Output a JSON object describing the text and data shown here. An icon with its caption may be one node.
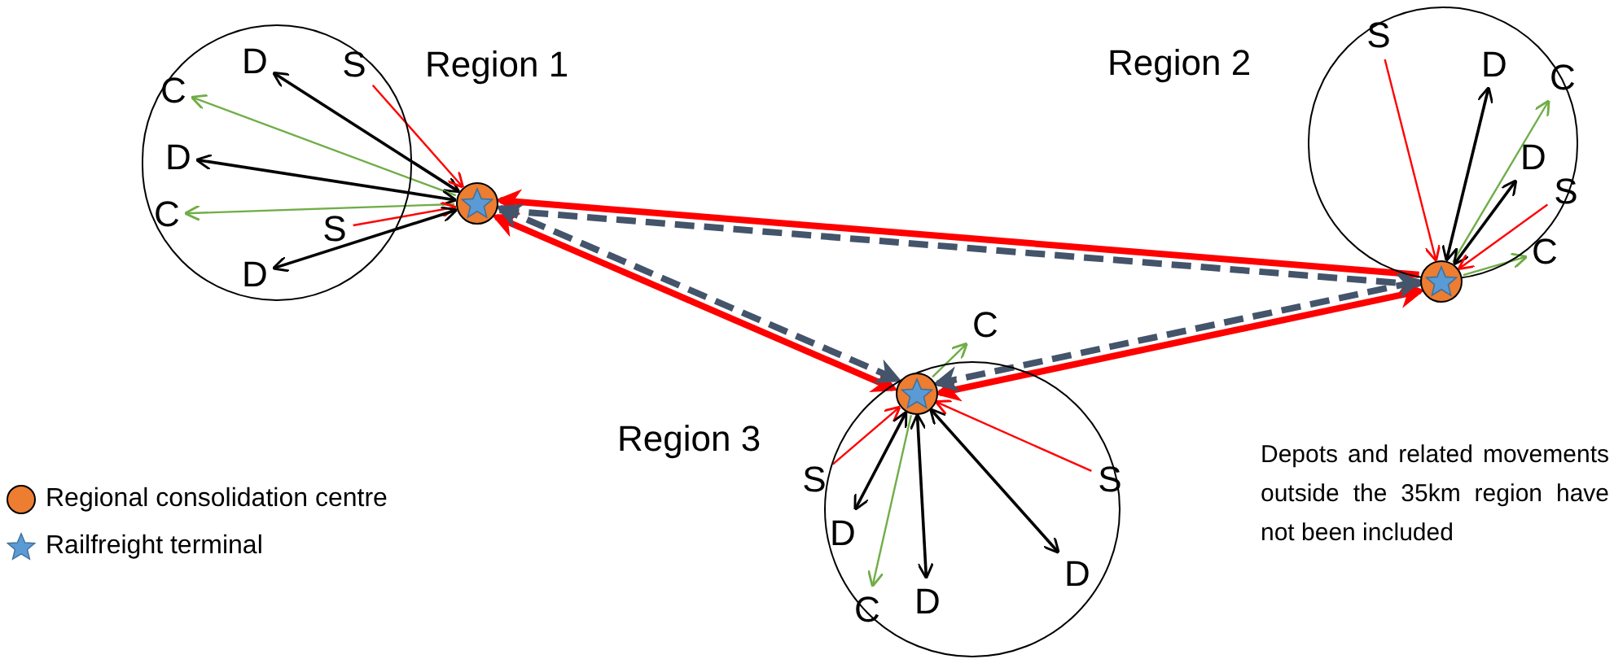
{
  "diagram": {
    "nodes": [
      {
        "text": [
          "Region 1"
        ]
      },
      {
        "text": [
          "D"
        ],
        "in": 0
      },
      {
        "text": [
          "S"
        ],
        "in": 0
      },
      {
        "text": [
          "C"
        ],
        "in": 0
      },
      {
        "text": [
          "D"
        ],
        "in": 0
      },
      {
        "text": [
          "C"
        ],
        "in": 0
      },
      {
        "text": [
          "S"
        ],
        "in": 0
      },
      {
        "text": [
          "D"
        ],
        "in": 0
      },
      {
        "text": [],
        "shape": "circle"
      },
      {
        "text": [
          "Region 2"
        ]
      },
      {
        "text": [
          "S"
        ],
        "in": 9
      },
      {
        "text": [
          "D"
        ],
        "in": 9
      },
      {
        "text": [
          "C"
        ],
        "in": 9
      },
      {
        "text": [
          "D"
        ],
        "in": 9
      },
      {
        "text": [
          "S"
        ],
        "in": 9
      },
      {
        "text": [
          "C"
        ],
        "in": 9
      },
      {
        "text": [],
        "shape": "circle"
      },
      {
        "text": [
          "C"
        ]
      },
      {
        "text": [
          "Region 3"
        ]
      },
      {
        "text": [],
        "shape": "circle",
        "in": 18
      },
      {
        "text": [
          "S"
        ]
      },
      {
        "text": [
          "S"
        ],
        "in": 18
      },
      {
        "text": [
          "D"
        ],
        "in": 18
      },
      {
        "text": [
          "D"
        ],
        "in": 18
      },
      {
        "text": [
          "D"
        ],
        "in": 18
      },
      {
        "text": [
          "C"
        ],
        "in": 18
      }
    ],
    "edges": [
      {
        "from": 8,
        "to": 1,
        "arrow": "both",
        "color": "#000000"
      },
      {
        "from": 2,
        "to": 8,
        "arrow": "to",
        "color": "#ff0000"
      },
      {
        "from": 8,
        "to": 3,
        "arrow": "to",
        "color": "#70ad47"
      },
      {
        "from": 8,
        "to": 4,
        "arrow": "both",
        "color": "#000000"
      },
      {
        "from": 8,
        "to": 5,
        "arrow": "to",
        "color": "#70ad47"
      },
      {
        "from": 6,
        "to": 8,
        "arrow": "to",
        "color": "#ff0000"
      },
      {
        "from": 8,
        "to": 7,
        "arrow": "both",
        "color": "#000000"
      },
      {
        "from": 10,
        "to": 16,
        "arrow": "to",
        "color": "#ff0000"
      },
      {
        "from": 16,
        "to": 11,
        "arrow": "both",
        "color": "#000000"
      },
      {
        "from": 16,
        "to": 12,
        "arrow": "to",
        "color": "#70ad47"
      },
      {
        "from": 16,
        "to": 13,
        "arrow": "both",
        "color": "#000000"
      },
      {
        "from": 14,
        "to": 16,
        "arrow": "to",
        "color": "#ff0000"
      },
      {
        "from": 16,
        "to": 15,
        "arrow": "to",
        "color": "#70ad47"
      },
      {
        "from": 19,
        "to": 17,
        "arrow": "to",
        "color": "#70ad47"
      },
      {
        "from": 20,
        "to": 19,
        "arrow": "to",
        "color": "#ff0000"
      },
      {
        "from": 19,
        "to": 22,
        "arrow": "both",
        "color": "#000000"
      },
      {
        "from": 19,
        "to": 25,
        "arrow": "to",
        "color": "#70ad47"
      },
      {
        "from": 19,
        "to": 24,
        "arrow": "both",
        "color": "#000000"
      },
      {
        "from": 19,
        "to": 23,
        "arrow": "both",
        "color": "#000000"
      },
      {
        "from": 21,
        "to": 19,
        "arrow": "to",
        "color": "#ff0000"
      },
      {
        "from": 16,
        "to": 8,
        "arrow": "to",
        "style": "thick",
        "color": "#ff0000"
      },
      {
        "from": 8,
        "to": 16,
        "arrow": "to",
        "style": "dashed",
        "color": "#44546a"
      },
      {
        "from": 8,
        "to": 19,
        "arrow": "both",
        "style": "thick",
        "color": "#ff0000"
      },
      {
        "from": 8,
        "to": 19,
        "arrow": "both",
        "style": "dashed",
        "color": "#44546a"
      },
      {
        "from": 19,
        "to": 16,
        "arrow": "both",
        "style": "thick",
        "color": "#ff0000"
      },
      {
        "from": 19,
        "to": 16,
        "arrow": "both",
        "style": "dashed",
        "color": "#44546a"
      }
    ],
    "labels": [
      "Depots and related movements outside the 35km region have not been included"
    ],
    "legend": [
      {
        "text": "Regional consolidation centre"
      },
      {
        "text": "Railfreight terminal"
      }
    ]
  }
}
